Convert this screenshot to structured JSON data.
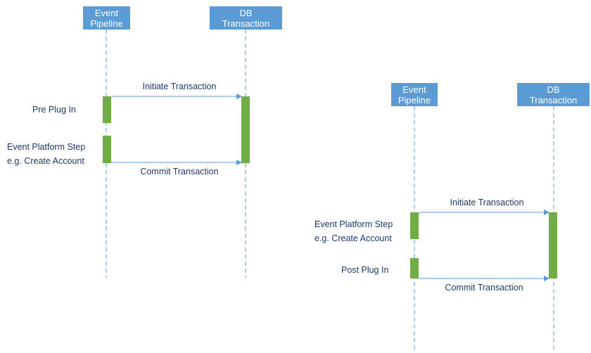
{
  "colors": {
    "lifeline_head": "#5b9bd5",
    "activation": "#70ad47",
    "arrow": "#5b9bd5",
    "text": "#1f3864"
  },
  "diagrams": [
    {
      "participants": [
        "Event\nPipeline",
        "DB\nTransaction"
      ],
      "messages": [
        "Initiate Transaction",
        "Commit Transaction"
      ],
      "steps": [
        "Pre Plug In",
        "Event Platform Step\ne.g. Create Account"
      ]
    },
    {
      "participants": [
        "Event\nPipeline",
        "DB\nTransaction"
      ],
      "messages": [
        "Initiate Transaction",
        "Commit Transaction"
      ],
      "steps": [
        "Event Platform Step\ne.g. Create Account",
        "Post Plug In"
      ]
    }
  ]
}
